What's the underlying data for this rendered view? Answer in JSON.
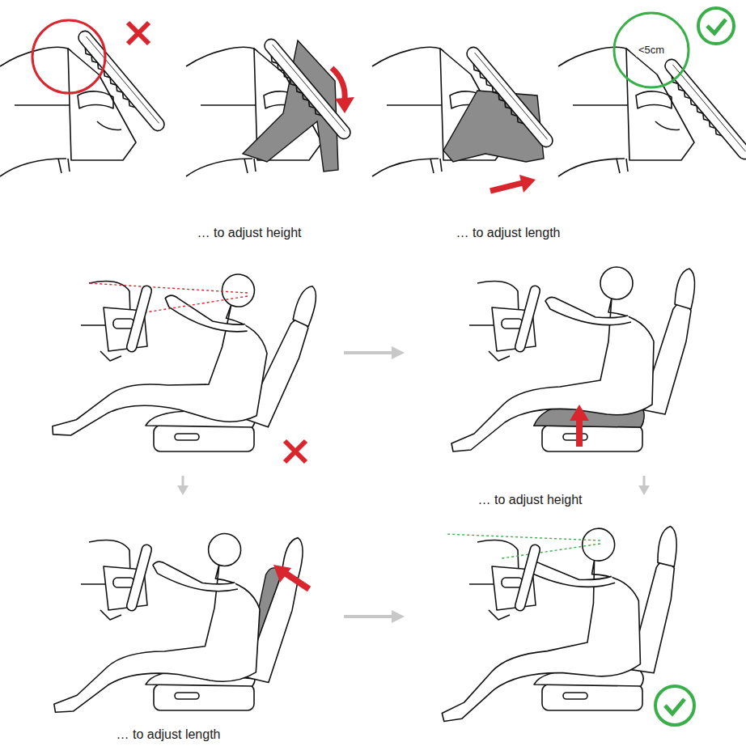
{
  "diagram": {
    "labels": [
      "<5cm",
      "… to adjust height",
      "… to adjust length",
      "… to adjust height",
      "… to adjust length"
    ]
  }
}
